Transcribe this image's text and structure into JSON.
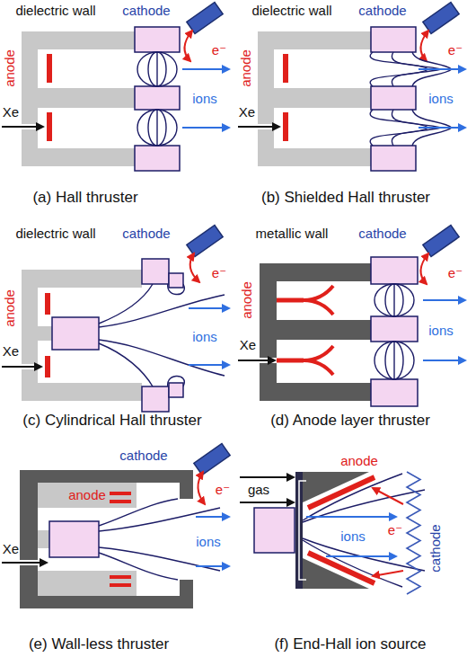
{
  "diagram": {
    "labels": [
      "dielectric wall",
      "cathode",
      "anode",
      "e⁻",
      "ions",
      "Xe",
      "(a) Hall thruster",
      "dielectric wall",
      "cathode",
      "anode",
      "e⁻",
      "ions",
      "Xe",
      "(b) Shielded Hall thruster",
      "dielectric wall",
      "cathode",
      "anode",
      "e⁻",
      "ions",
      "Xe",
      "(c) Cylindrical Hall thruster",
      "metallic wall",
      "cathode",
      "anode",
      "e⁻",
      "ions",
      "Xe",
      "(d) Anode layer thruster",
      "cathode",
      "anode",
      "e⁻",
      "ions",
      "Xe",
      "(e) Wall-less thruster",
      "anode",
      "gas",
      "e⁻",
      "ions",
      "cathode",
      "(f) End-Hall ion source"
    ]
  }
}
